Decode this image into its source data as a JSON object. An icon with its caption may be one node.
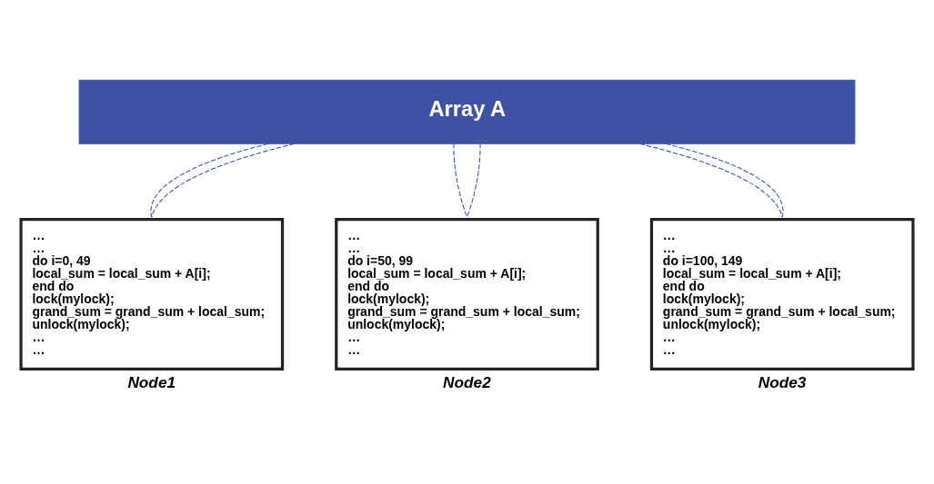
{
  "diagram": {
    "nodes": [
      {
        "text": [
          "Array A"
        ]
      },
      {
        "text": [
          "…",
          "…",
          "do i=0, 49",
          "local_sum = local_sum + A[i];",
          "end do",
          "lock(mylock);",
          "grand_sum = grand_sum + local_sum;",
          "unlock(mylock);",
          "…",
          "…"
        ],
        "beside": [
          "Node1"
        ]
      },
      {
        "text": [
          "…",
          "…",
          "do i=50, 99",
          "local_sum = local_sum + A[i];",
          "end do",
          "lock(mylock);",
          "grand_sum = grand_sum + local_sum;",
          "unlock(mylock);",
          "…",
          "…"
        ],
        "beside": [
          "Node2"
        ]
      },
      {
        "text": [
          "…",
          "…",
          "do i=100, 149",
          "local_sum = local_sum + A[i];",
          "end do",
          "lock(mylock);",
          "grand_sum = grand_sum + local_sum;",
          "unlock(mylock);",
          "…",
          "…"
        ],
        "beside": [
          "Node3"
        ]
      }
    ],
    "edges": [
      {
        "from": 0,
        "to": 1,
        "arrow": "none",
        "style": "dashed"
      },
      {
        "from": 0,
        "to": 1,
        "arrow": "none",
        "style": "dashed"
      },
      {
        "from": 0,
        "to": 2,
        "arrow": "none",
        "style": "dashed"
      },
      {
        "from": 0,
        "to": 2,
        "arrow": "none",
        "style": "dashed"
      },
      {
        "from": 0,
        "to": 3,
        "arrow": "none",
        "style": "dashed"
      },
      {
        "from": 0,
        "to": 3,
        "arrow": "none",
        "style": "dashed"
      }
    ]
  }
}
